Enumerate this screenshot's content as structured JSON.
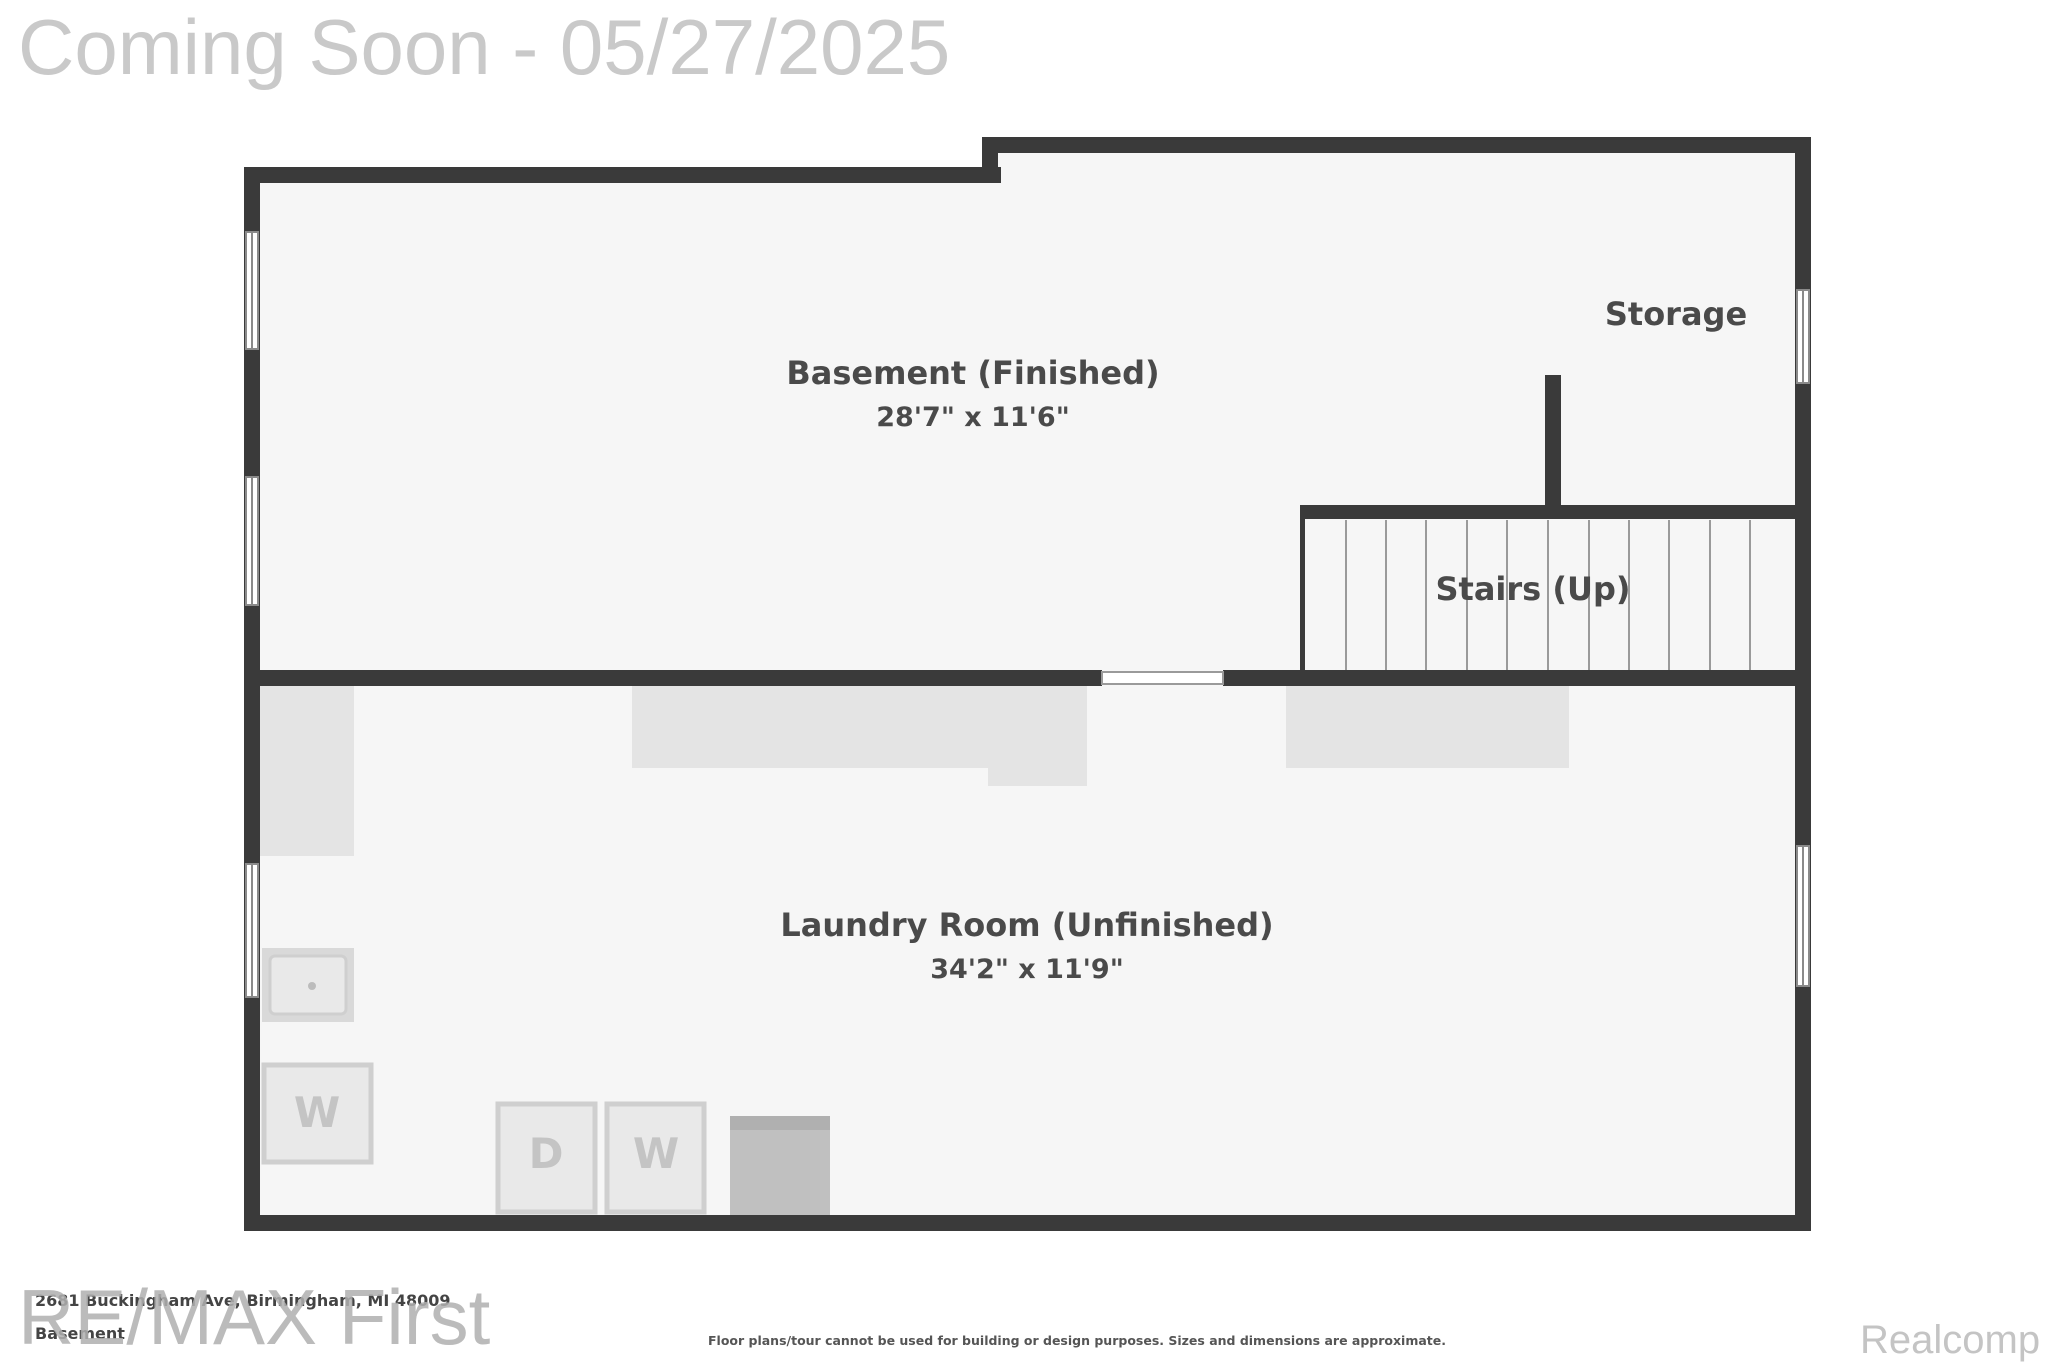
{
  "watermark_top": "Coming Soon - 05/27/2025",
  "watermark_bottom": "RE/MAX First",
  "watermark_right": "Realcomp",
  "address": "2681 Buckingham Ave, Birmingham, MI 48009",
  "level": "Basement",
  "disclaimer": "Floor plans/tour cannot be used for building or design purposes. Sizes and dimensions are approximate.",
  "rooms": {
    "basement": {
      "name": "Basement (Finished)",
      "dims": "28'7\" x 11'6\""
    },
    "storage": {
      "name": "Storage"
    },
    "stairs": {
      "name": "Stairs (Up)"
    },
    "laundry": {
      "name": "Laundry Room (Unfinished)",
      "dims": "34'2\" x 11'9\""
    }
  },
  "fixtures": {
    "washer_left": "W",
    "dryer": "D",
    "washer": "W"
  },
  "colors": {
    "wall": "#3a3a3a",
    "floor": "#f6f6f6",
    "fixture": "#e4e4e4",
    "appliance": "#c0c0c0"
  }
}
